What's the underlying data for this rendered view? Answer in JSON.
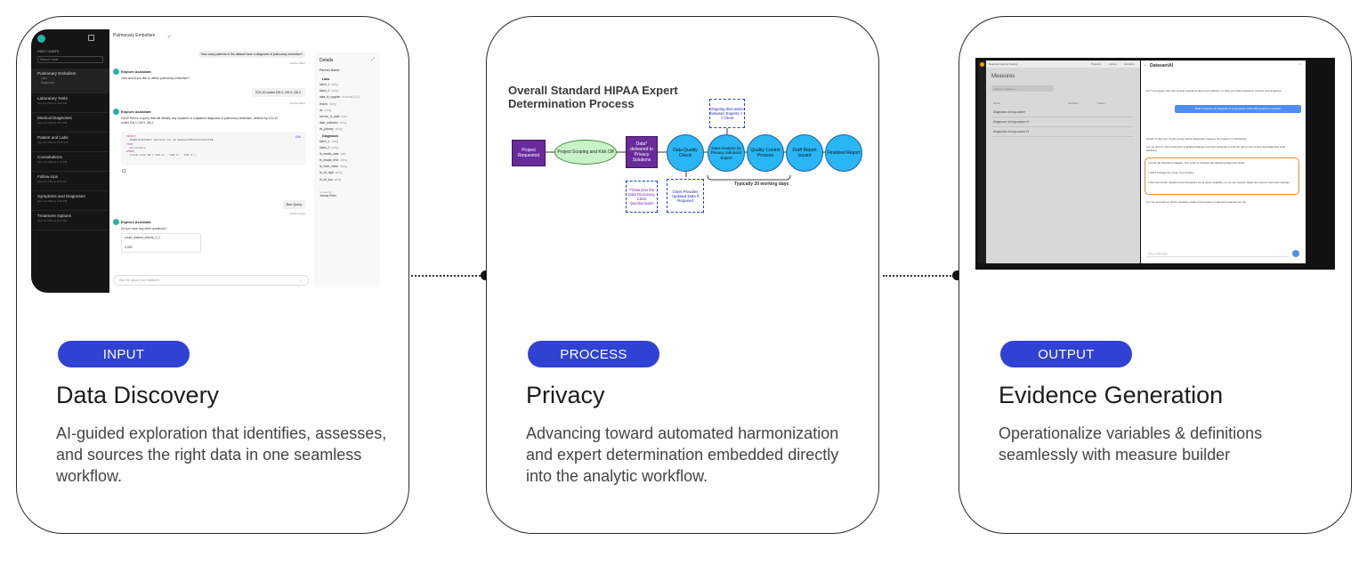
{
  "cards": [
    {
      "pill": "INPUT",
      "title": "Data Discovery",
      "desc": "AI-guided exploration that identifies, assesses, and sources the right data in one seamless workflow."
    },
    {
      "pill": "PROCESS",
      "title": "Privacy",
      "desc": "Advancing toward automated harmonization and expert determination embedded directly into the analytic workflow."
    },
    {
      "pill": "OUTPUT",
      "title": "Evidence Generation",
      "desc": "Operationalize variables & definitions seamlessly with measure builder"
    }
  ],
  "s1": {
    "past_chats": "PAST CHATS",
    "search_placeholder": "Search chats",
    "chats": [
      {
        "name": "Pulmonary Embolism",
        "date": "",
        "sub": [
          "Labs",
          "Diagnoses"
        ]
      },
      {
        "name": "Laboratory Tests",
        "date": "Sep 24, 2024 at 4:39 PM"
      },
      {
        "name": "Medical Diagnoses",
        "date": "Sep 23, 2024 at 4:01 PM"
      },
      {
        "name": "Patient and Labs",
        "date": "Sep 20, 2024 at 11:59 AM"
      },
      {
        "name": "Consultations",
        "date": "Sep 20, 2024 at 1:14 PM"
      },
      {
        "name": "Follow-Ups",
        "date": "Sep 19, 2024 at 9:46 AM"
      },
      {
        "name": "Symptoms and Diagnoses",
        "date": "Sep 19, 2024 at 3:30 PM"
      },
      {
        "name": "Treatment Options",
        "date": "Sep 18, 2024 at 8:17 AM"
      }
    ],
    "header": "Pulmonary Embolism",
    "user": "Joshua Peter",
    "assistant": "Explore Assistant",
    "q1": "How many patients in the dataset have a diagnosis of pulmonary embolism?",
    "a1": "How would you like to define pulmonary embolism?",
    "q2": "ICD-10 codes I26.0, I26.9, I26.2.",
    "a2": "Got it! Here's a query that will identify any inpatient or outpatient diagnosis of pulmonary embolism, defined by ICD-10 codes I26.0, I26.9, I26.2.",
    "code": [
      "SELECT",
      "  COUNT(DISTINCT patient_id) AS NumberOfPatientsWithPE",
      "FROM",
      "  encounters",
      "WHERE",
      "  icd10_code IN ('I26.0', 'I26.9', 'I26.2');"
    ],
    "edit": "Edit",
    "query_run": "Query Ran",
    "run_query": "Run Query",
    "a3": "Do you have any other questions?",
    "result_col": "count_distinct_tokens_1_2",
    "result_val": "5,000",
    "ask_placeholder": "Ask me about your Datasets",
    "details": {
      "title": "Details",
      "partner": "Partner Name",
      "labs_group": "Labs",
      "labs": [
        [
          "token_1",
          "string"
        ],
        [
          "token_2",
          "string"
        ],
        [
          "data_id_supplier",
          "decimal(18,0)"
        ],
        [
          "record",
          "string"
        ],
        [
          "dx",
          "string"
        ],
        [
          "service_to_date",
          "date"
        ],
        [
          "date_collected",
          "string"
        ],
        [
          "dx_primary",
          "string"
        ]
      ],
      "dx_group": "Diagnoses",
      "dx": [
        [
          "token_1",
          "string"
        ],
        [
          "token_2",
          "string"
        ],
        [
          "lb_results_date",
          "date"
        ],
        [
          "lb_results_time",
          "string"
        ],
        [
          "lb_short_name",
          "string"
        ],
        [
          "lb_ref_high",
          "string"
        ],
        [
          "lb_ref_low",
          "string"
        ]
      ],
      "created_by": "Created by",
      "creator": "Joshua Peter"
    }
  },
  "s2": {
    "title_l1": "Overall Standard HIPAA Expert",
    "title_l2": "Determination Process",
    "steps": [
      "Project Requested",
      "Project Scoping and Kick Off",
      "Data* delivered to Privacy Solutions",
      "Data Quality Check",
      "Data Analysis by Privacy Solutions Expert",
      "Quality Control Process",
      "Draft Report Issued",
      "Finalized Report"
    ],
    "ongoing": "Ongoing discussion between Experts <-> Client",
    "data_note": "**Data plus the Data Dictionary, Client Questionnaire",
    "client_note": "Client Provides Updated Data if Required",
    "timeline": "Typically 20 working days"
  },
  "s3": {
    "brand": "Datavant Agents Testing",
    "nav": [
      "Projects",
      "Library",
      "Versions"
    ],
    "measures": "Measures",
    "search_placeholder": "Search measures...",
    "cols": [
      "Name",
      "Modified",
      "Status"
    ],
    "rows": [
      "Diagnoses of lung cancer",
      "Diagnoses of lung cancer v2",
      "Diagnoses of lung cancer v3"
    ],
    "agent": "DatavantAI",
    "intro": "Hi! I'm an agent who can answer questions about our software, or help you build measures, cohorts, and analyses.",
    "user_msg": "Build a measure for Diagnosis of Lung cancer (C34-C34) project id = example",
    "r1": "Great! I'll help you create a lung cancer diagnosis measure for project 1 in Workshop.",
    "r2": "Let me start by discovering the available datasets and their schemas to find the right event source and diagnosis code attributes.",
    "h1": "I found the Workshop dataset. The schema includes the following diagnosis fields:",
    "h2": "• ICD-10 Diagnosis Code, Any Position",
    "h3": "I also found both Inpatient and Outpatient event types available, so we can capture diagnoses across both care settings.",
    "r3": "Let me now look up all the matching codes and prepare a proposed measure for you.",
    "input_placeholder": "Type a Message..."
  }
}
